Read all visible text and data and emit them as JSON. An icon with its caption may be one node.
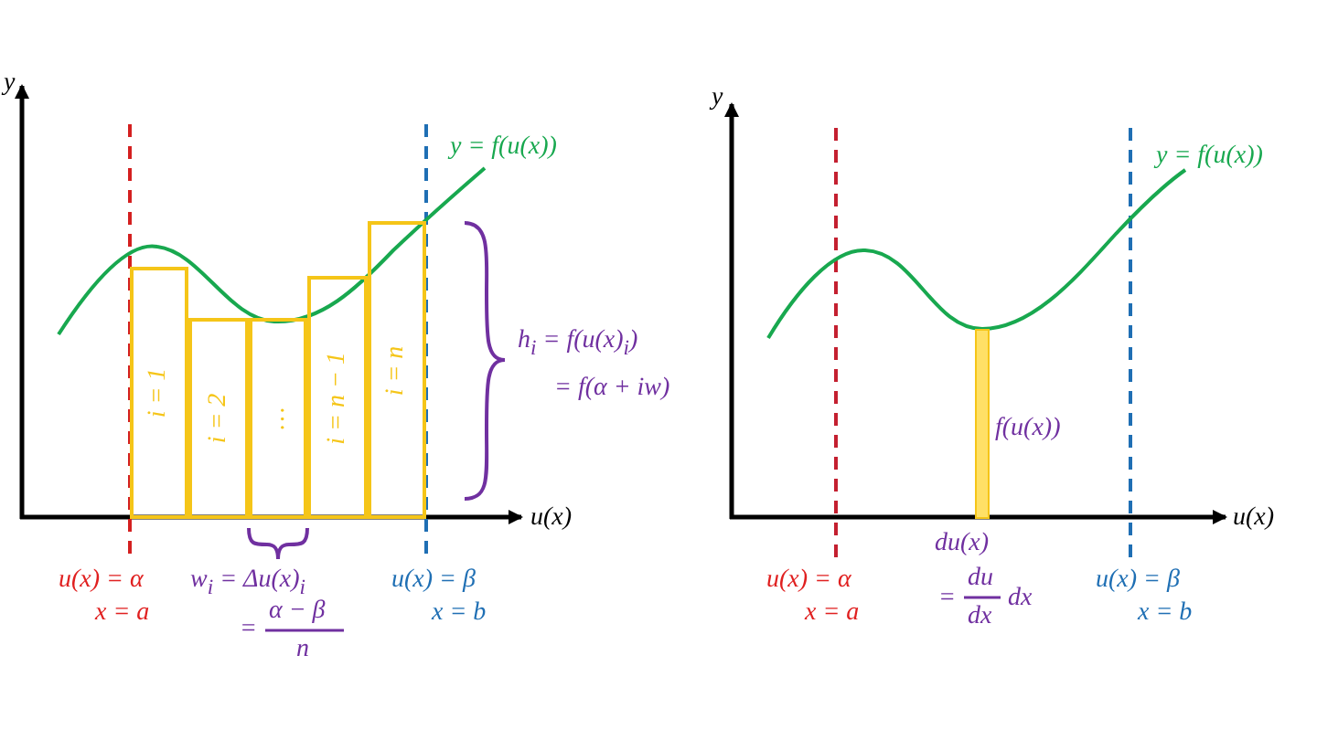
{
  "diagram": {
    "nodes": [
      {
        "text": [
          "i = 1"
        ]
      },
      {
        "text": [
          "i = 2"
        ]
      },
      {
        "text": [
          "…"
        ]
      },
      {
        "text": [
          "i = n − 1"
        ]
      },
      {
        "text": [
          "i = n"
        ]
      },
      {
        "text": [],
        "shape": "bar"
      }
    ],
    "edges": [],
    "labels": [
      "y",
      "y = f(u(x))",
      "h$_{i}$ = f(u(x)$_{i}$)",
      "= f(α + iw)",
      "u(x)",
      "u(x) = α",
      "x = a",
      "w$_{i}$ = Δu(x)$_{i}$",
      "=",
      "α − β",
      "n",
      "u(x) = β",
      "x = b",
      "y",
      "y = f(u(x))",
      "f(u(x))",
      "u(x)",
      "du(x)",
      "=",
      "du",
      "dx",
      "dx",
      "u(x) = α",
      "x = a",
      "u(x) = β",
      "x = b"
    ]
  }
}
